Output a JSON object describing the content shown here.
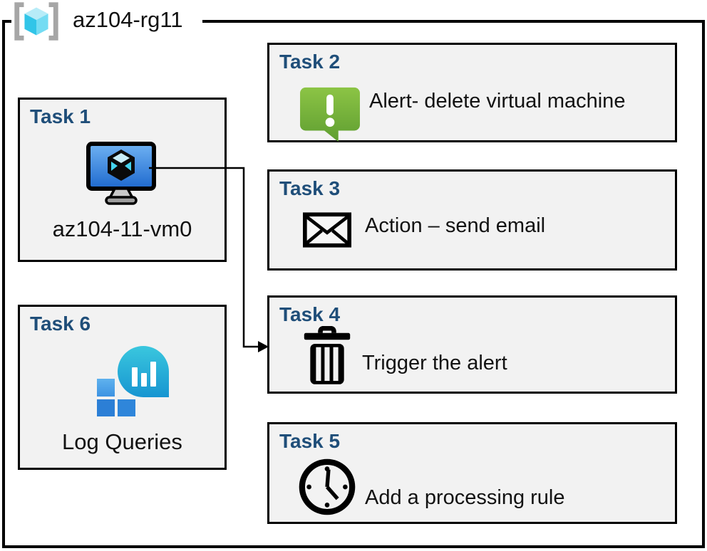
{
  "resource_group": {
    "label": "az104-rg11",
    "icon": "resource-group-icon"
  },
  "tasks": {
    "task1": {
      "title": "Task 1",
      "label": "az104-11-vm0",
      "icon": "virtual-machine-icon"
    },
    "task2": {
      "title": "Task 2",
      "label": "Alert- delete virtual machine",
      "icon": "alert-message-icon"
    },
    "task3": {
      "title": "Task 3",
      "label": "Action – send email",
      "icon": "email-envelope-icon"
    },
    "task4": {
      "title": "Task 4",
      "label": "Trigger the alert",
      "icon": "delete-trash-icon"
    },
    "task5": {
      "title": "Task 5",
      "label": "Add a processing rule",
      "icon": "clock-icon"
    },
    "task6": {
      "title": "Task 6",
      "label": "Log Queries",
      "icon": "log-analytics-icon"
    }
  },
  "connector": {
    "from": "task1-virtual-machine",
    "to": "task4"
  },
  "colors": {
    "task_title_blue": "#1F4E79",
    "box_background": "#F2F2F2",
    "box_border": "#000000",
    "alert_green_top": "#8CC445",
    "alert_green_bottom": "#5F9E31",
    "vm_screen_top": "#6FB2F3",
    "vm_screen_bottom": "#1E69CE",
    "cube_cyan_light": "#B7ECF8",
    "cube_cyan_dark": "#31C5E8",
    "log_bubble_top": "#3AC7DE",
    "log_bubble_bottom": "#1795D1",
    "log_square_light": "#55ACEC",
    "log_square_dark": "#2C7FD6",
    "bracket_gray": "#A6A6A6"
  }
}
